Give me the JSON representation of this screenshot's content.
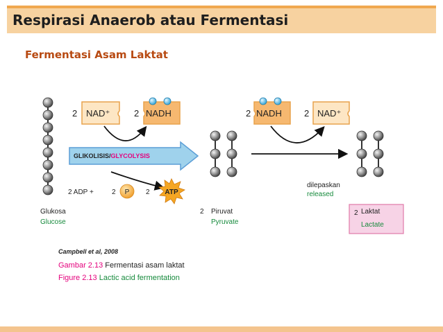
{
  "slide": {
    "title": "Respirasi Anaerob atau Fermentasi",
    "subtitle": "Fermentasi Asam Laktat"
  },
  "diagram": {
    "nad_left_coef": "2",
    "nad_left_label": "NAD⁺",
    "nadh_left_coef": "2",
    "nadh_left_label": "NADH",
    "glycolysis_label_id": "GLIKOLISIS/",
    "glycolysis_label_en": "GLYCOLYSIS",
    "adp_text": "2 ADP +",
    "p_coef": "2",
    "p_label": "P",
    "atp_coef": "2",
    "atp_label": "ATP",
    "glucose_id": "Glukosa",
    "glucose_en": "Glucose",
    "pyruvate_coef": "2",
    "pyruvate_id": "Piruvat",
    "pyruvate_en": "Pyruvate",
    "nadh_right_coef": "2",
    "nadh_right_label": "NADH",
    "nad_right_coef": "2",
    "nad_right_label": "NAD⁺",
    "released_id": "dilepaskan",
    "released_en": "released",
    "lactate_coef": "2",
    "lactate_id": "Laktat",
    "lactate_en": "Lactate"
  },
  "caption": {
    "source": "Campbell et al, 2008",
    "fig_id_num": "Gambar 2.13",
    "fig_id_text": "Fermentasi asam laktat",
    "fig_en_num": "Figure 2.13",
    "fig_en_text": "Lactic acid fermentation"
  },
  "colors": {
    "title_band": "#f7d2a0",
    "title_accent": "#f0a850",
    "subtitle": "#b84a12",
    "nad_box": "#fde6c4",
    "nadh_box": "#f6b870",
    "box_border": "#e8a24c",
    "electron": "#6cc6ee",
    "arrow_fill": "#9fd2ec",
    "arrow_border": "#5b9ed6",
    "atp_star": "#f5a623",
    "phosphate": "#f7b84a",
    "lactate_box": "#f7d3e6",
    "lactate_border": "#e07aa8",
    "english_text": "#168a3c",
    "gambar_text": "#e4007c",
    "label_en_glycolysis": "#e4007c"
  }
}
